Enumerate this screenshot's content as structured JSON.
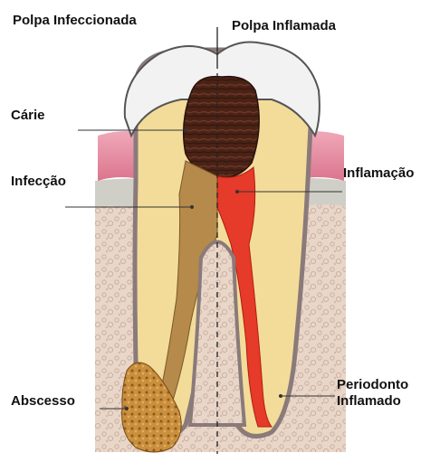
{
  "labels": {
    "infected_pulp": "Polpa Infeccionada",
    "inflamed_pulp": "Polpa Inflamada",
    "caries": "Cárie",
    "infection": "Infecção",
    "inflammation": "Inflamação",
    "abscess": "Abscesso",
    "periodontium_line1": "Periodonto",
    "periodontium_line2": "Inflamado"
  },
  "colors": {
    "enamel": "#f2f2f2",
    "dentin": "#f3dc9a",
    "caries": "#4a2216",
    "infected_pulp": "#b58a4a",
    "inflamed_pulp": "#e63a2a",
    "gum": "#e88aa0",
    "bone": "#e4cfc0",
    "abscess": "#b87a2e"
  }
}
